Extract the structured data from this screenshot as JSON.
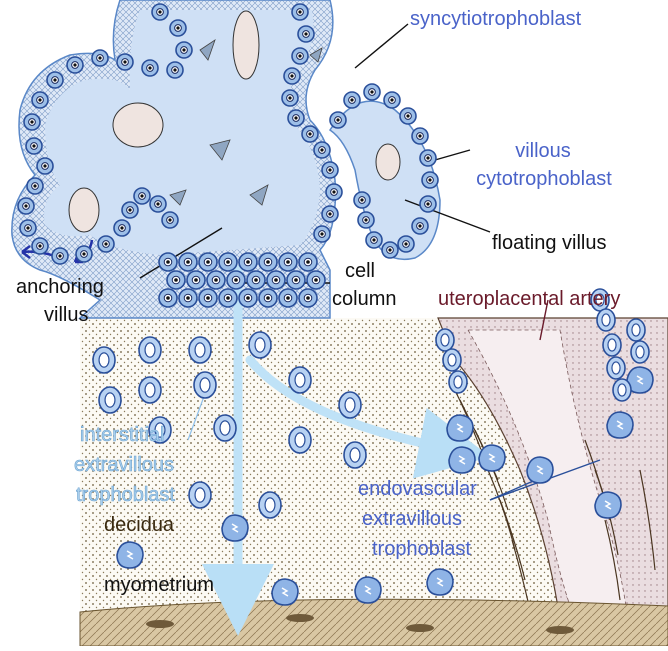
{
  "labels": {
    "syncytiotrophoblast": "syncytiotrophoblast",
    "villous_1": "villous",
    "villous_2": "cytotrophoblast",
    "floating_villus": "floating villus",
    "anchoring_1": "anchoring",
    "anchoring_2": "villus",
    "cell_column_1": "cell",
    "cell_column_2": "column",
    "uteroplacental_artery": "uteroplacental artery",
    "interstitial_1": "interstitial",
    "interstitial_2": "extravillous",
    "interstitial_3": "trophoblast",
    "endovascular_1": "endovascular",
    "endovascular_2": "extravillous",
    "endovascular_3": "trophoblast",
    "decidua": "decidua",
    "myometrium": "myometrium"
  },
  "colors": {
    "villus_core": "#cfe0f5",
    "villus_border": "#5a88c8",
    "cell_fill": "#9dbfe8",
    "cell_stroke": "#2a4f9a",
    "arrow": "#bfe2f7",
    "decidua_bg": "#fbf8f2",
    "artery": "#eadde0",
    "myometrium": "#d8c6a3",
    "label_blue": "#4a63c9",
    "label_maroon": "#6a1a2a"
  }
}
